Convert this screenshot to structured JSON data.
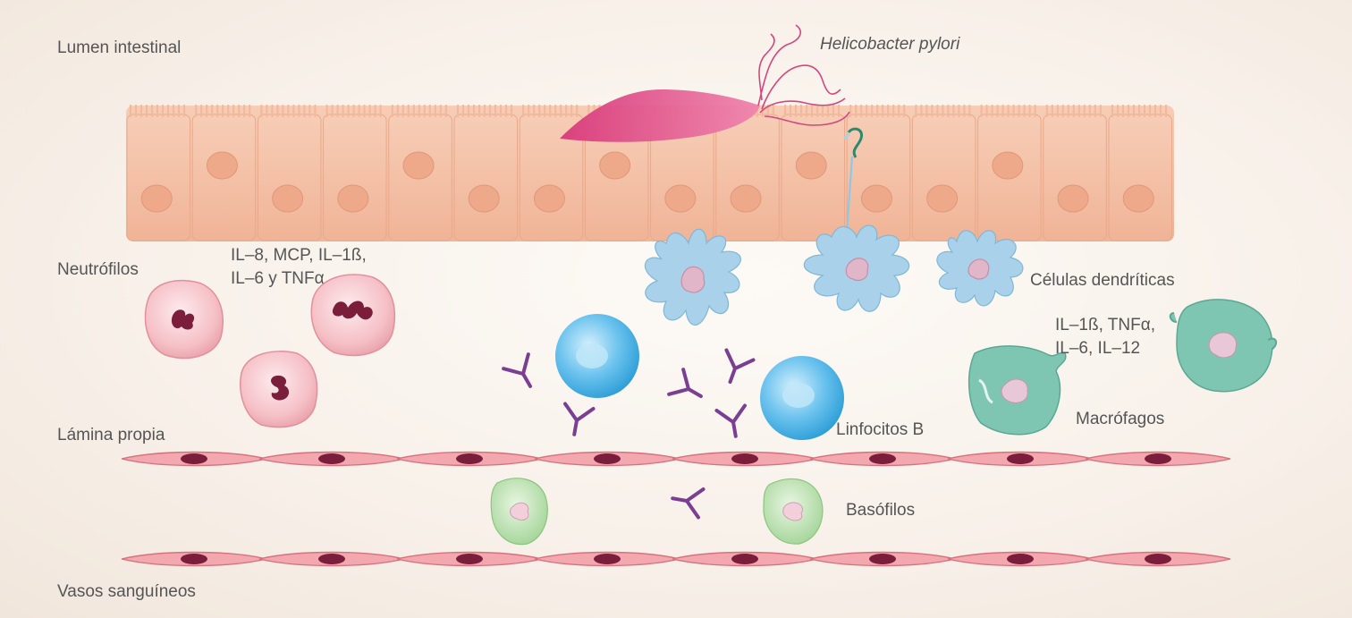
{
  "labels": {
    "lumen": "Lumen intestinal",
    "hpylori": "Helicobacter pylori",
    "neutrofilos": "Neutrófilos",
    "cytokines_top_1": "IL–8, MCP, IL–1ß,",
    "cytokines_top_2": "IL–6 y TNFα",
    "dendriticas": "Células dendríticas",
    "cytokines_right_1": "IL–1ß, TNFα,",
    "cytokines_right_2": "IL–6, IL–12",
    "macrofagos": "Macrófagos",
    "linfocitos": "Linfocitos B",
    "lamina": "Lámina propia",
    "basofilos": "Basófilos",
    "vasos": "Vasos sanguíneos"
  },
  "colors": {
    "epithelium": "#f3bfa3",
    "nucleus_epi": "#ecab8c",
    "bacterium": "#dd4c88",
    "dendritic": "#a8d1ea",
    "neutrophil": "#f6c3c8",
    "bcell": "#4cb2e6",
    "macrophage": "#7fc6b2",
    "basophil": "#a9d8a0",
    "antibody": "#7a3f93",
    "vessel": "#ef9ea6",
    "vessel_nucleus": "#7a1e3c"
  }
}
